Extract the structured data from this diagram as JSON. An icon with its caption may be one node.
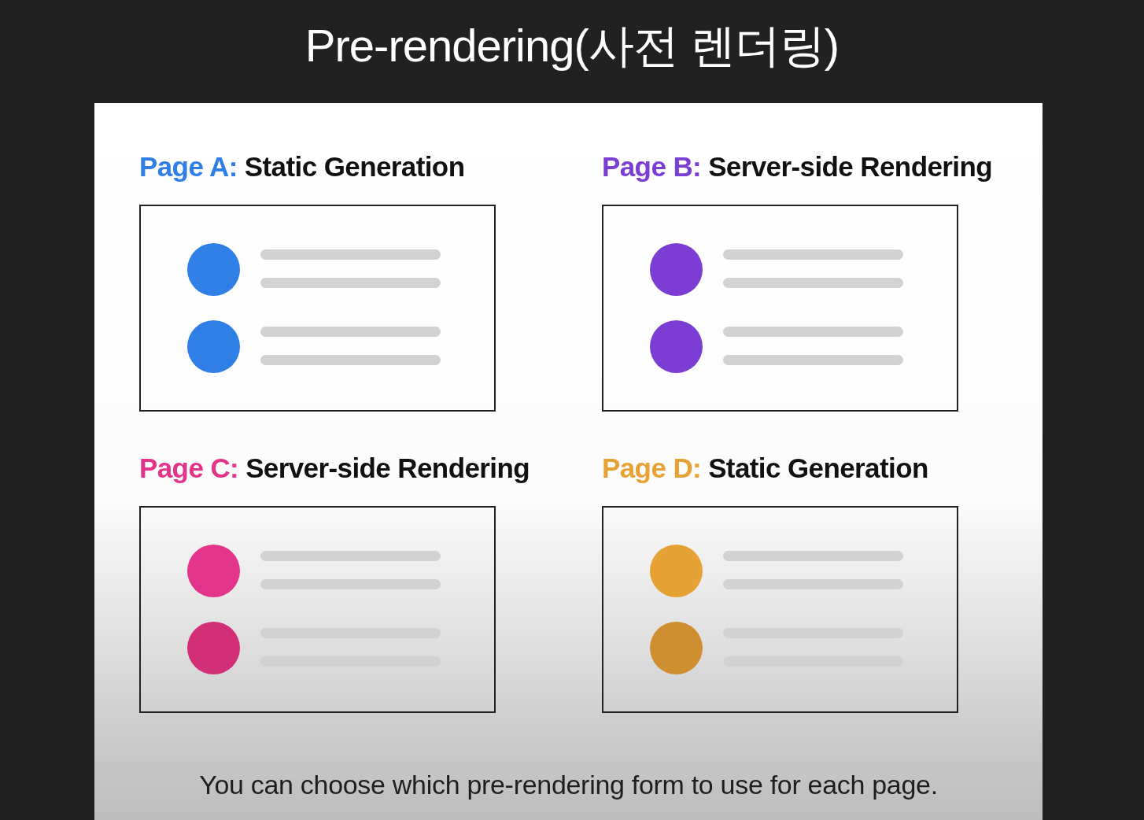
{
  "diagram": {
    "title": "Pre-rendering(사전 렌더링)",
    "nodes": [
      {
        "text": [
          "Page A:",
          "Static Generation"
        ]
      },
      {
        "text": [
          "Page B:",
          "Server-side Rendering"
        ]
      },
      {
        "text": [
          "Page C:",
          "Server-side Rendering"
        ]
      },
      {
        "text": [
          "Page D:",
          "Static Generation"
        ]
      }
    ],
    "caption": "You can choose which pre-rendering form to use for each page."
  }
}
